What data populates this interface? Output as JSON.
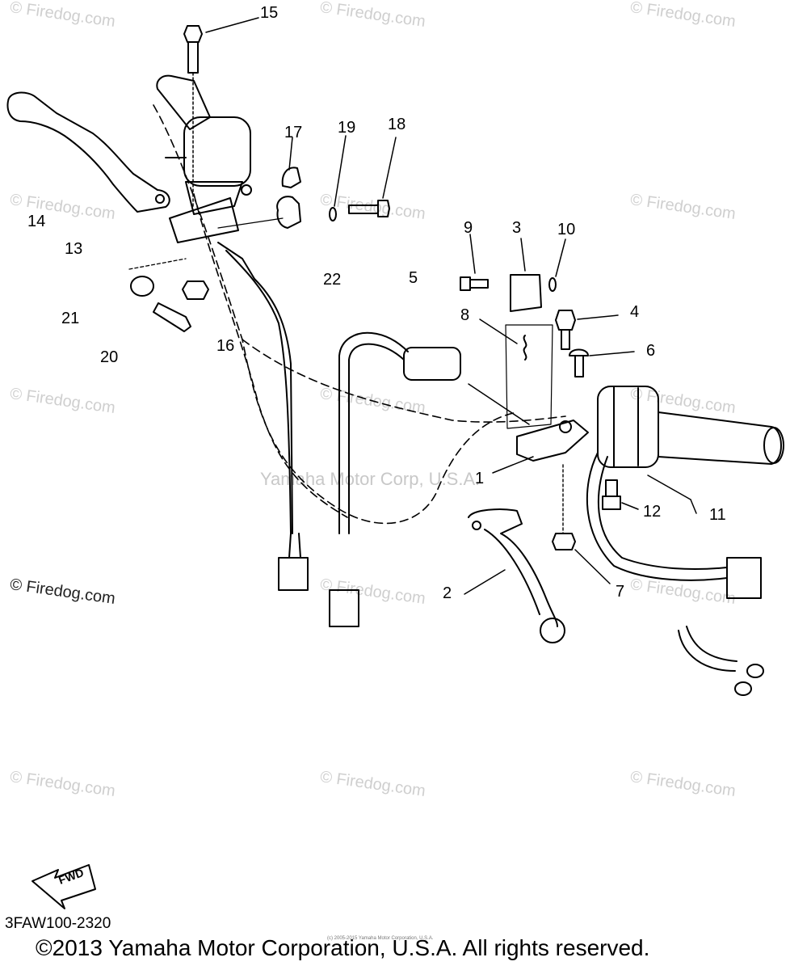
{
  "labels": [
    {
      "id": "15",
      "text": "15"
    },
    {
      "id": "17",
      "text": "17"
    },
    {
      "id": "19",
      "text": "19"
    },
    {
      "id": "18",
      "text": "18"
    },
    {
      "id": "14",
      "text": "14"
    },
    {
      "id": "13",
      "text": "13"
    },
    {
      "id": "21",
      "text": "21"
    },
    {
      "id": "20",
      "text": "20"
    },
    {
      "id": "16",
      "text": "16"
    },
    {
      "id": "22",
      "text": "22"
    },
    {
      "id": "5",
      "text": "5"
    },
    {
      "id": "9",
      "text": "9"
    },
    {
      "id": "3",
      "text": "3"
    },
    {
      "id": "10",
      "text": "10"
    },
    {
      "id": "8",
      "text": "8"
    },
    {
      "id": "4",
      "text": "4"
    },
    {
      "id": "6",
      "text": "6"
    },
    {
      "id": "1",
      "text": "1"
    },
    {
      "id": "12",
      "text": "12"
    },
    {
      "id": "11",
      "text": "11"
    },
    {
      "id": "2",
      "text": "2"
    },
    {
      "id": "7",
      "text": "7"
    }
  ],
  "watermark": "© Firedog.com",
  "center_watermark": "Yamaha Motor Corp, U.S.A.",
  "fwd_label": "FWD",
  "diagram_code": "3FAW100-2320",
  "tiny_notice": "(c) 2005-2015 Yamaha Motor Corporation, U.S.A.",
  "copyright": "©2013 Yamaha Motor Corporation, U.S.A. All rights reserved.",
  "colors": {
    "line": "#000000",
    "watermark": "#cfcfcf",
    "background": "#ffffff"
  }
}
